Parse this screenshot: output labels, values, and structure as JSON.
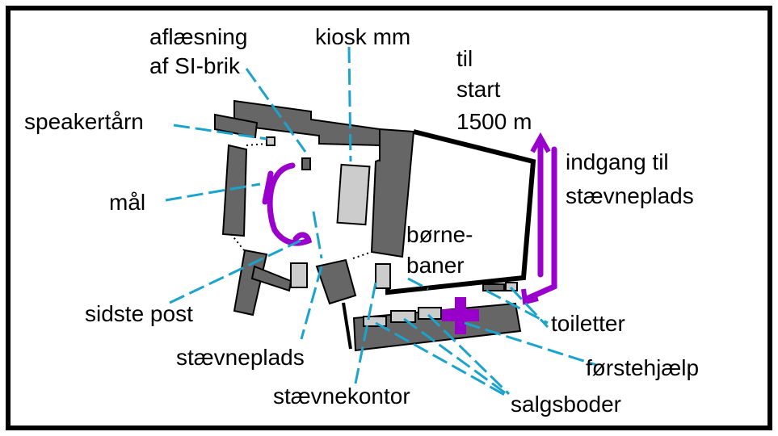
{
  "colors": {
    "building": "#666666",
    "light_box": "#cccccc",
    "route": "#9900cc",
    "leader": "#1aa3cc",
    "outline": "#000000",
    "background": "#ffffff"
  },
  "labels": {
    "aflaesning_line1": "aflæsning",
    "aflaesning_line2": "af SI-brik",
    "kiosk": "kiosk mm",
    "til_line1": "til",
    "til_line2": "start",
    "til_line3": "1500 m",
    "speakertaarn": "speakertårn",
    "indgang_line1": "indgang til",
    "indgang_line2": "stævneplads",
    "maal": "mål",
    "borne_line1": "børne-",
    "borne_line2": "baner",
    "sidste_post": "sidste post",
    "toiletter": "toiletter",
    "staevneplads": "stævneplads",
    "forstehjaelp": "førstehjælp",
    "staevnekontor": "stævnekontor",
    "salgsboder": "salgsboder"
  },
  "icons": {
    "first_aid": "first-aid-cross-icon",
    "arrow_in": "arrow-down-icon",
    "arrow_out": "arrow-up-icon"
  }
}
